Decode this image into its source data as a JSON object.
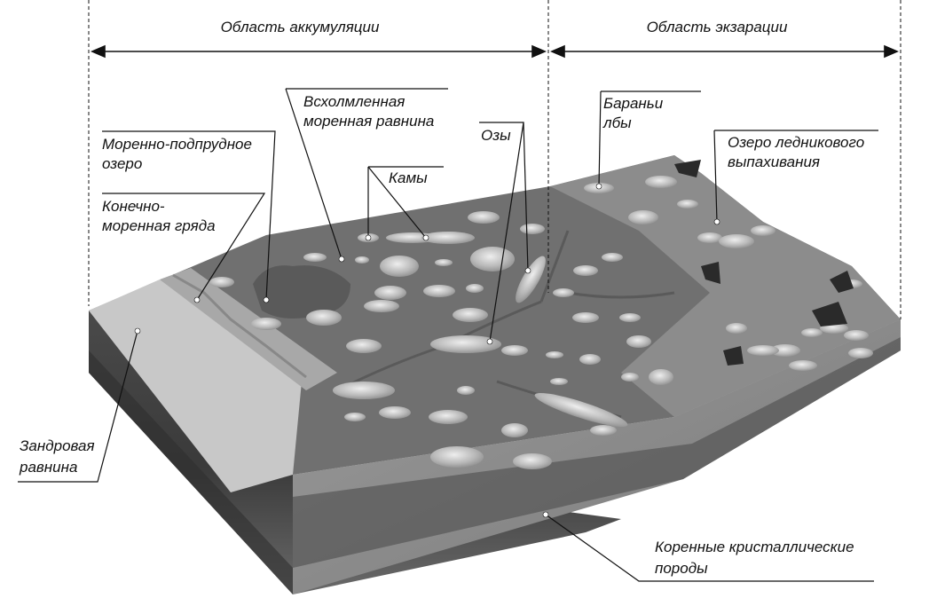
{
  "regions": {
    "accumulation": "Область аккумуляции",
    "exaration": "Область экзарации"
  },
  "labels": {
    "hummocky_moraine_plain": [
      "Всхолмленная",
      "моренная равнина"
    ],
    "moraine_dammed_lake": [
      "Моренно-подпрудное",
      "озеро"
    ],
    "kames": "Камы",
    "eskers": "Озы",
    "roches_moutonnees": [
      "Бараньи",
      "лбы"
    ],
    "glacial_scour_lake": [
      "Озеро ледникового",
      "выпахивания"
    ],
    "terminal_moraine_ridge": [
      "Конечно-",
      "моренная гряда"
    ],
    "outwash_plain": [
      "Зандровая",
      "равнина"
    ],
    "bedrock": [
      "Коренные кристаллические",
      "породы"
    ]
  },
  "colors": {
    "outwash_surface": "#c9c9c9",
    "moraine_surface": "#6e6e6e",
    "exaration_surface": "#8a8a8a",
    "block_side_dark": "#3f3f3f",
    "block_side_light": "#8e8e8e",
    "hill_highlight": "#d6d6d6",
    "lake_dark": "#2a2a2a"
  }
}
